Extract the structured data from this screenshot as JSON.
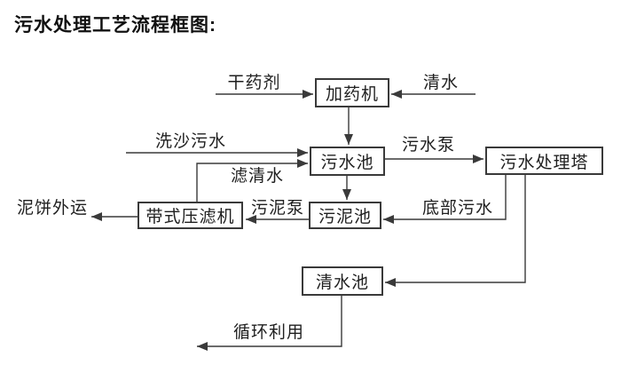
{
  "title": "污水处理工艺流程框图:",
  "nodes": {
    "dosing_machine": {
      "label": "加药机"
    },
    "sewage_pool": {
      "label": "污水池"
    },
    "treatment_tower": {
      "label": "污水处理塔"
    },
    "sludge_pool": {
      "label": "污泥池"
    },
    "belt_filter_press": {
      "label": "带式压滤机"
    },
    "clear_water_pool": {
      "label": "清水池"
    }
  },
  "flow_labels": {
    "dry_agent": "干药剂",
    "clear_water": "清水",
    "sand_washing_sewage": "洗沙污水",
    "sewage_pump": "污水泵",
    "filtered_water": "滤清水",
    "sludge_pump": "污泥泵",
    "bottom_sewage": "底部污水",
    "mud_cake_out": "泥饼外运",
    "recycle": "循环利用"
  },
  "edges": [
    {
      "from": "external",
      "to": "dosing_machine",
      "label": "干药剂"
    },
    {
      "from": "external",
      "to": "dosing_machine",
      "label": "清水"
    },
    {
      "from": "dosing_machine",
      "to": "sewage_pool",
      "label": ""
    },
    {
      "from": "external",
      "to": "sewage_pool",
      "label": "洗沙污水"
    },
    {
      "from": "belt_filter_press",
      "to": "sewage_pool",
      "label": "滤清水"
    },
    {
      "from": "sewage_pool",
      "to": "treatment_tower",
      "label": "污水泵"
    },
    {
      "from": "sewage_pool",
      "to": "sludge_pool",
      "label": ""
    },
    {
      "from": "treatment_tower",
      "to": "sludge_pool",
      "label": "底部污水"
    },
    {
      "from": "treatment_tower",
      "to": "clear_water_pool",
      "label": ""
    },
    {
      "from": "sludge_pool",
      "to": "belt_filter_press",
      "label": "污泥泵"
    },
    {
      "from": "belt_filter_press",
      "to": "external",
      "label": "泥饼外运"
    },
    {
      "from": "clear_water_pool",
      "to": "external",
      "label": "循环利用"
    }
  ],
  "colors": {
    "background": "#ffffff",
    "line": "#3a3a3a",
    "text": "#1f1f1f",
    "node_border": "#3a3a3a"
  }
}
